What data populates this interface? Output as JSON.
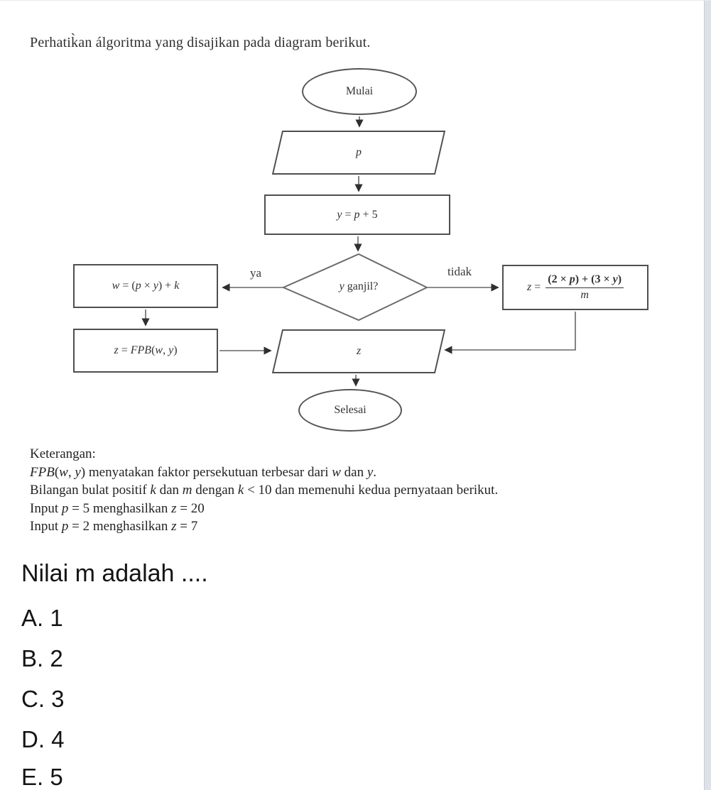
{
  "page": {
    "title": "Perhatik̀an álgoritma yang disajikan pada diagram berikut."
  },
  "colors": {
    "line": "#666666",
    "arrowhead": "#2f2f2f",
    "shape_border": "#4f4f4f",
    "text": "#2b2b2b",
    "scrollbar_track": "#dde2e8"
  },
  "flowchart": {
    "start_label": "Mulai",
    "end_label": "Selesai",
    "branch_yes_label": "ya",
    "branch_no_label": "tidak",
    "input_p": [
      {
        "t": "p",
        "i": true
      }
    ],
    "assign_y": [
      {
        "t": "y",
        "i": true
      },
      {
        "t": " = ",
        "i": false
      },
      {
        "t": "p",
        "i": true
      },
      {
        "t": " + 5",
        "i": false
      }
    ],
    "decision": [
      {
        "t": "y",
        "i": true
      },
      {
        "t": " ganjil?",
        "i": false
      }
    ],
    "assign_w": [
      {
        "t": "w",
        "i": true
      },
      {
        "t": " = (",
        "i": false
      },
      {
        "t": "p",
        "i": true
      },
      {
        "t": " × ",
        "i": false
      },
      {
        "t": "y",
        "i": true
      },
      {
        "t": ") + ",
        "i": false
      },
      {
        "t": "k",
        "i": true
      }
    ],
    "assign_z_fpb": [
      {
        "t": "z",
        "i": true
      },
      {
        "t": " = ",
        "i": false
      },
      {
        "t": "FPB",
        "i": true
      },
      {
        "t": "(",
        "i": false
      },
      {
        "t": "w",
        "i": true
      },
      {
        "t": ", ",
        "i": false
      },
      {
        "t": "y",
        "i": true
      },
      {
        "t": ")",
        "i": false
      }
    ],
    "assign_z_frac": {
      "prefix": [
        {
          "t": "z",
          "i": true
        },
        {
          "t": " = ",
          "i": false
        }
      ],
      "numerator": [
        {
          "t": "(2 × ",
          "i": false
        },
        {
          "t": "p",
          "i": true
        },
        {
          "t": ") + (3 × ",
          "i": false
        },
        {
          "t": "y",
          "i": true
        },
        {
          "t": ")",
          "i": false
        }
      ],
      "denominator": [
        {
          "t": "m",
          "i": true
        }
      ]
    },
    "output_z": [
      {
        "t": "z",
        "i": true
      }
    ]
  },
  "notes": {
    "lines": [
      [
        {
          "t": "Keterangan:",
          "i": false
        }
      ],
      [
        {
          "t": "FPB",
          "i": true
        },
        {
          "t": "(",
          "i": false
        },
        {
          "t": "w",
          "i": true
        },
        {
          "t": ", ",
          "i": false
        },
        {
          "t": "y",
          "i": true
        },
        {
          "t": ") menyatakan faktor persekutuan terbesar dari ",
          "i": false
        },
        {
          "t": "w",
          "i": true
        },
        {
          "t": " dan ",
          "i": false
        },
        {
          "t": "y",
          "i": true
        },
        {
          "t": ".",
          "i": false
        }
      ],
      [
        {
          "t": "Bilangan bulat positif ",
          "i": false
        },
        {
          "t": "k",
          "i": true
        },
        {
          "t": " dan ",
          "i": false
        },
        {
          "t": "m",
          "i": true
        },
        {
          "t": " dengan ",
          "i": false
        },
        {
          "t": "k",
          "i": true
        },
        {
          "t": " < 10 dan memenuhi kedua pernyataan berikut.",
          "i": false
        }
      ],
      [
        {
          "t": "Input ",
          "i": false
        },
        {
          "t": "p",
          "i": true
        },
        {
          "t": " = 5 menghasilkan ",
          "i": false
        },
        {
          "t": "z",
          "i": true
        },
        {
          "t": " = 20",
          "i": false
        }
      ],
      [
        {
          "t": "Input ",
          "i": false
        },
        {
          "t": "p",
          "i": true
        },
        {
          "t": " = 2 menghasilkan ",
          "i": false
        },
        {
          "t": "z",
          "i": true
        },
        {
          "t": " = 7",
          "i": false
        }
      ]
    ]
  },
  "question": {
    "text": "Nilai m adalah ...."
  },
  "options": [
    {
      "label": "A. 1"
    },
    {
      "label": "B. 2"
    },
    {
      "label": "C. 3"
    },
    {
      "label": "D. 4"
    },
    {
      "label": "E. 5"
    }
  ]
}
